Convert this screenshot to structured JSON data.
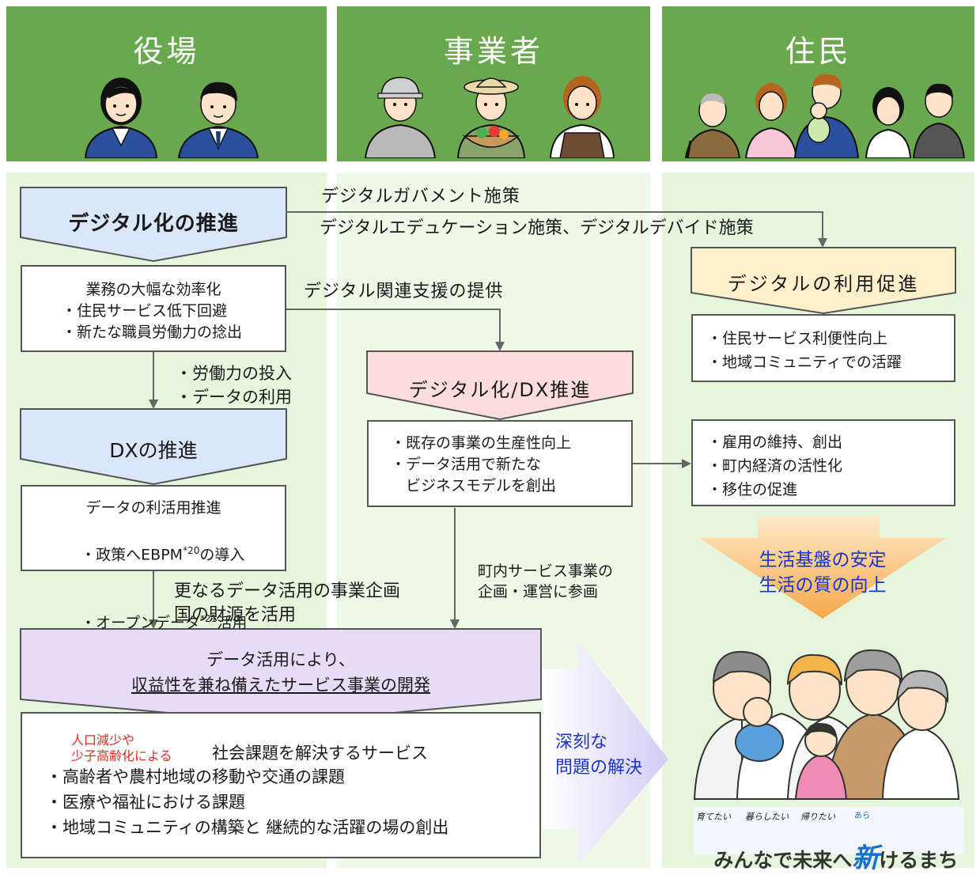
{
  "columns": {
    "government": "役場",
    "business": "事業者",
    "residents": "住民"
  },
  "flow": {
    "digital_promotion": "デジタル化の推進",
    "gov_box": [
      "業務の大幅な効率化",
      "・住民サービス低下回避",
      "・新たな職員労働力の捻出"
    ],
    "labor_inputs": [
      "・労働力の投入",
      "・データの利用"
    ],
    "dx_promotion": "DXの推進",
    "data_box": {
      "line1": "データの利活用推進",
      "line2_pre": "・政策へEBPM",
      "line2_sup": "*20",
      "line2_post": "の導入",
      "line3_pre": "・オープンデータ",
      "line3_sup": "*21",
      "line3_post": "活用"
    },
    "further": [
      "更なるデータ活用の事業企画",
      "国の財源を活用"
    ],
    "service_dev": {
      "line1": "データ活用により、",
      "line2": "収益性を兼ね備えたサービス事業の開発"
    },
    "social_box": {
      "red_note": [
        "人口減少や",
        "少子高齢化による"
      ],
      "title": "社会課題を解決するサービス",
      "items": [
        "・高齢者や農村地域の移動や交通の課題",
        "・医療や福祉における課題",
        "・地域コミュニティの構築と 継続的な活躍の場の創出"
      ]
    },
    "solve": [
      "深刻な",
      "問題の解決"
    ],
    "gov_measure": "デジタルガバメント施策",
    "edu_measure": "デジタルエデュケーション施策、デジタルデバイド施策",
    "support": "デジタル関連支援の提供",
    "biz_dx": "デジタル化/DX推進",
    "biz_box": [
      "・既存の事業の生産性向上",
      "・データ活用で新たな",
      "　ビジネスモデルを創出"
    ],
    "participation": [
      "町内サービス事業の",
      "企画・運営に参画"
    ],
    "use_promotion": "デジタルの利用促進",
    "res_box1": [
      "・住民サービス利便性向上",
      "・地域コミュニティでの活躍"
    ],
    "res_box2": [
      "・雇用の維持、創出",
      "・町内経済の活性化",
      "・移住の促進"
    ],
    "life": [
      "生活基盤の安定",
      "生活の質の向上"
    ]
  },
  "logo": {
    "small": [
      "育てたい",
      "暮らしたい",
      "帰りたい"
    ],
    "main_pre": "みんなで未来へ",
    "main_kanji": "新",
    "ruby": "あら",
    "main_post": "けるまち"
  },
  "colors": {
    "header_green": "#6aa84f",
    "blue_banner": "#dae6fb",
    "pink_banner": "#fcdcdc",
    "yellow_banner": "#fff0cc",
    "lavender_banner": "#e6dcf8",
    "accent_blue": "#1a33cc",
    "accent_red": "#d93025"
  }
}
